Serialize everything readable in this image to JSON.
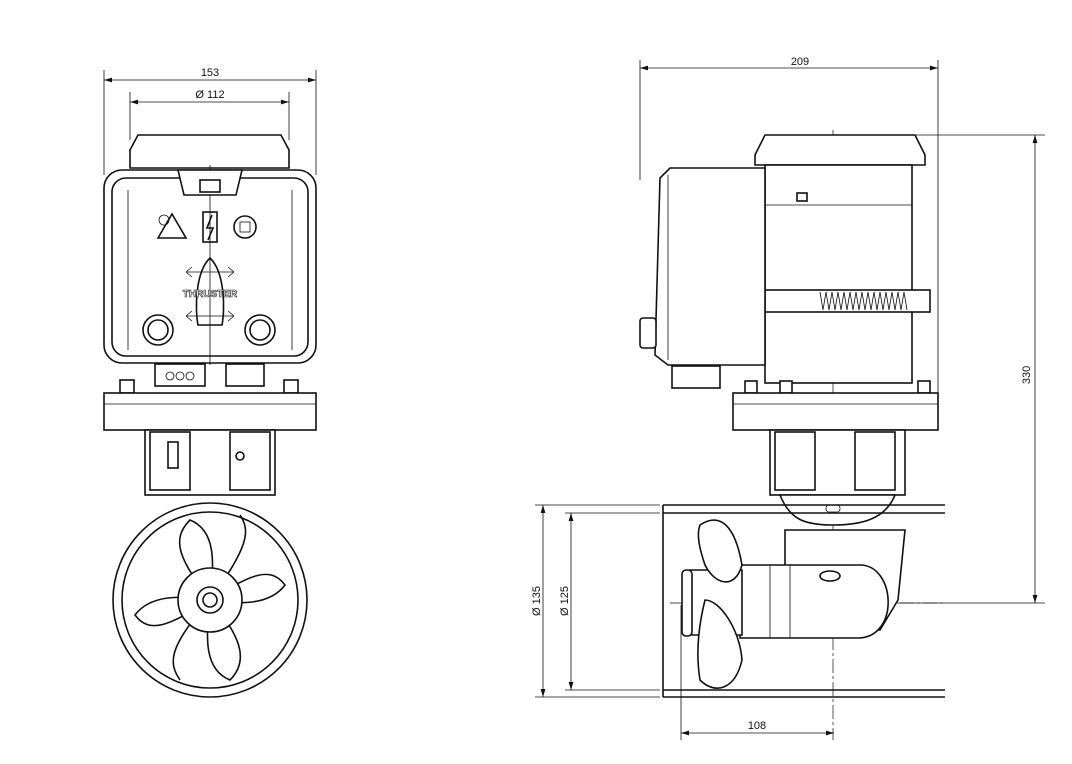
{
  "front_view": {
    "dim_width": "153",
    "dim_diameter": "Ø 112",
    "logo_text": "THRUSTER"
  },
  "side_view": {
    "dim_width": "209",
    "dim_height": "330",
    "dim_tunnel_outer": "Ø 135",
    "dim_tunnel_inner": "Ø 125",
    "dim_prop_offset": "108"
  }
}
